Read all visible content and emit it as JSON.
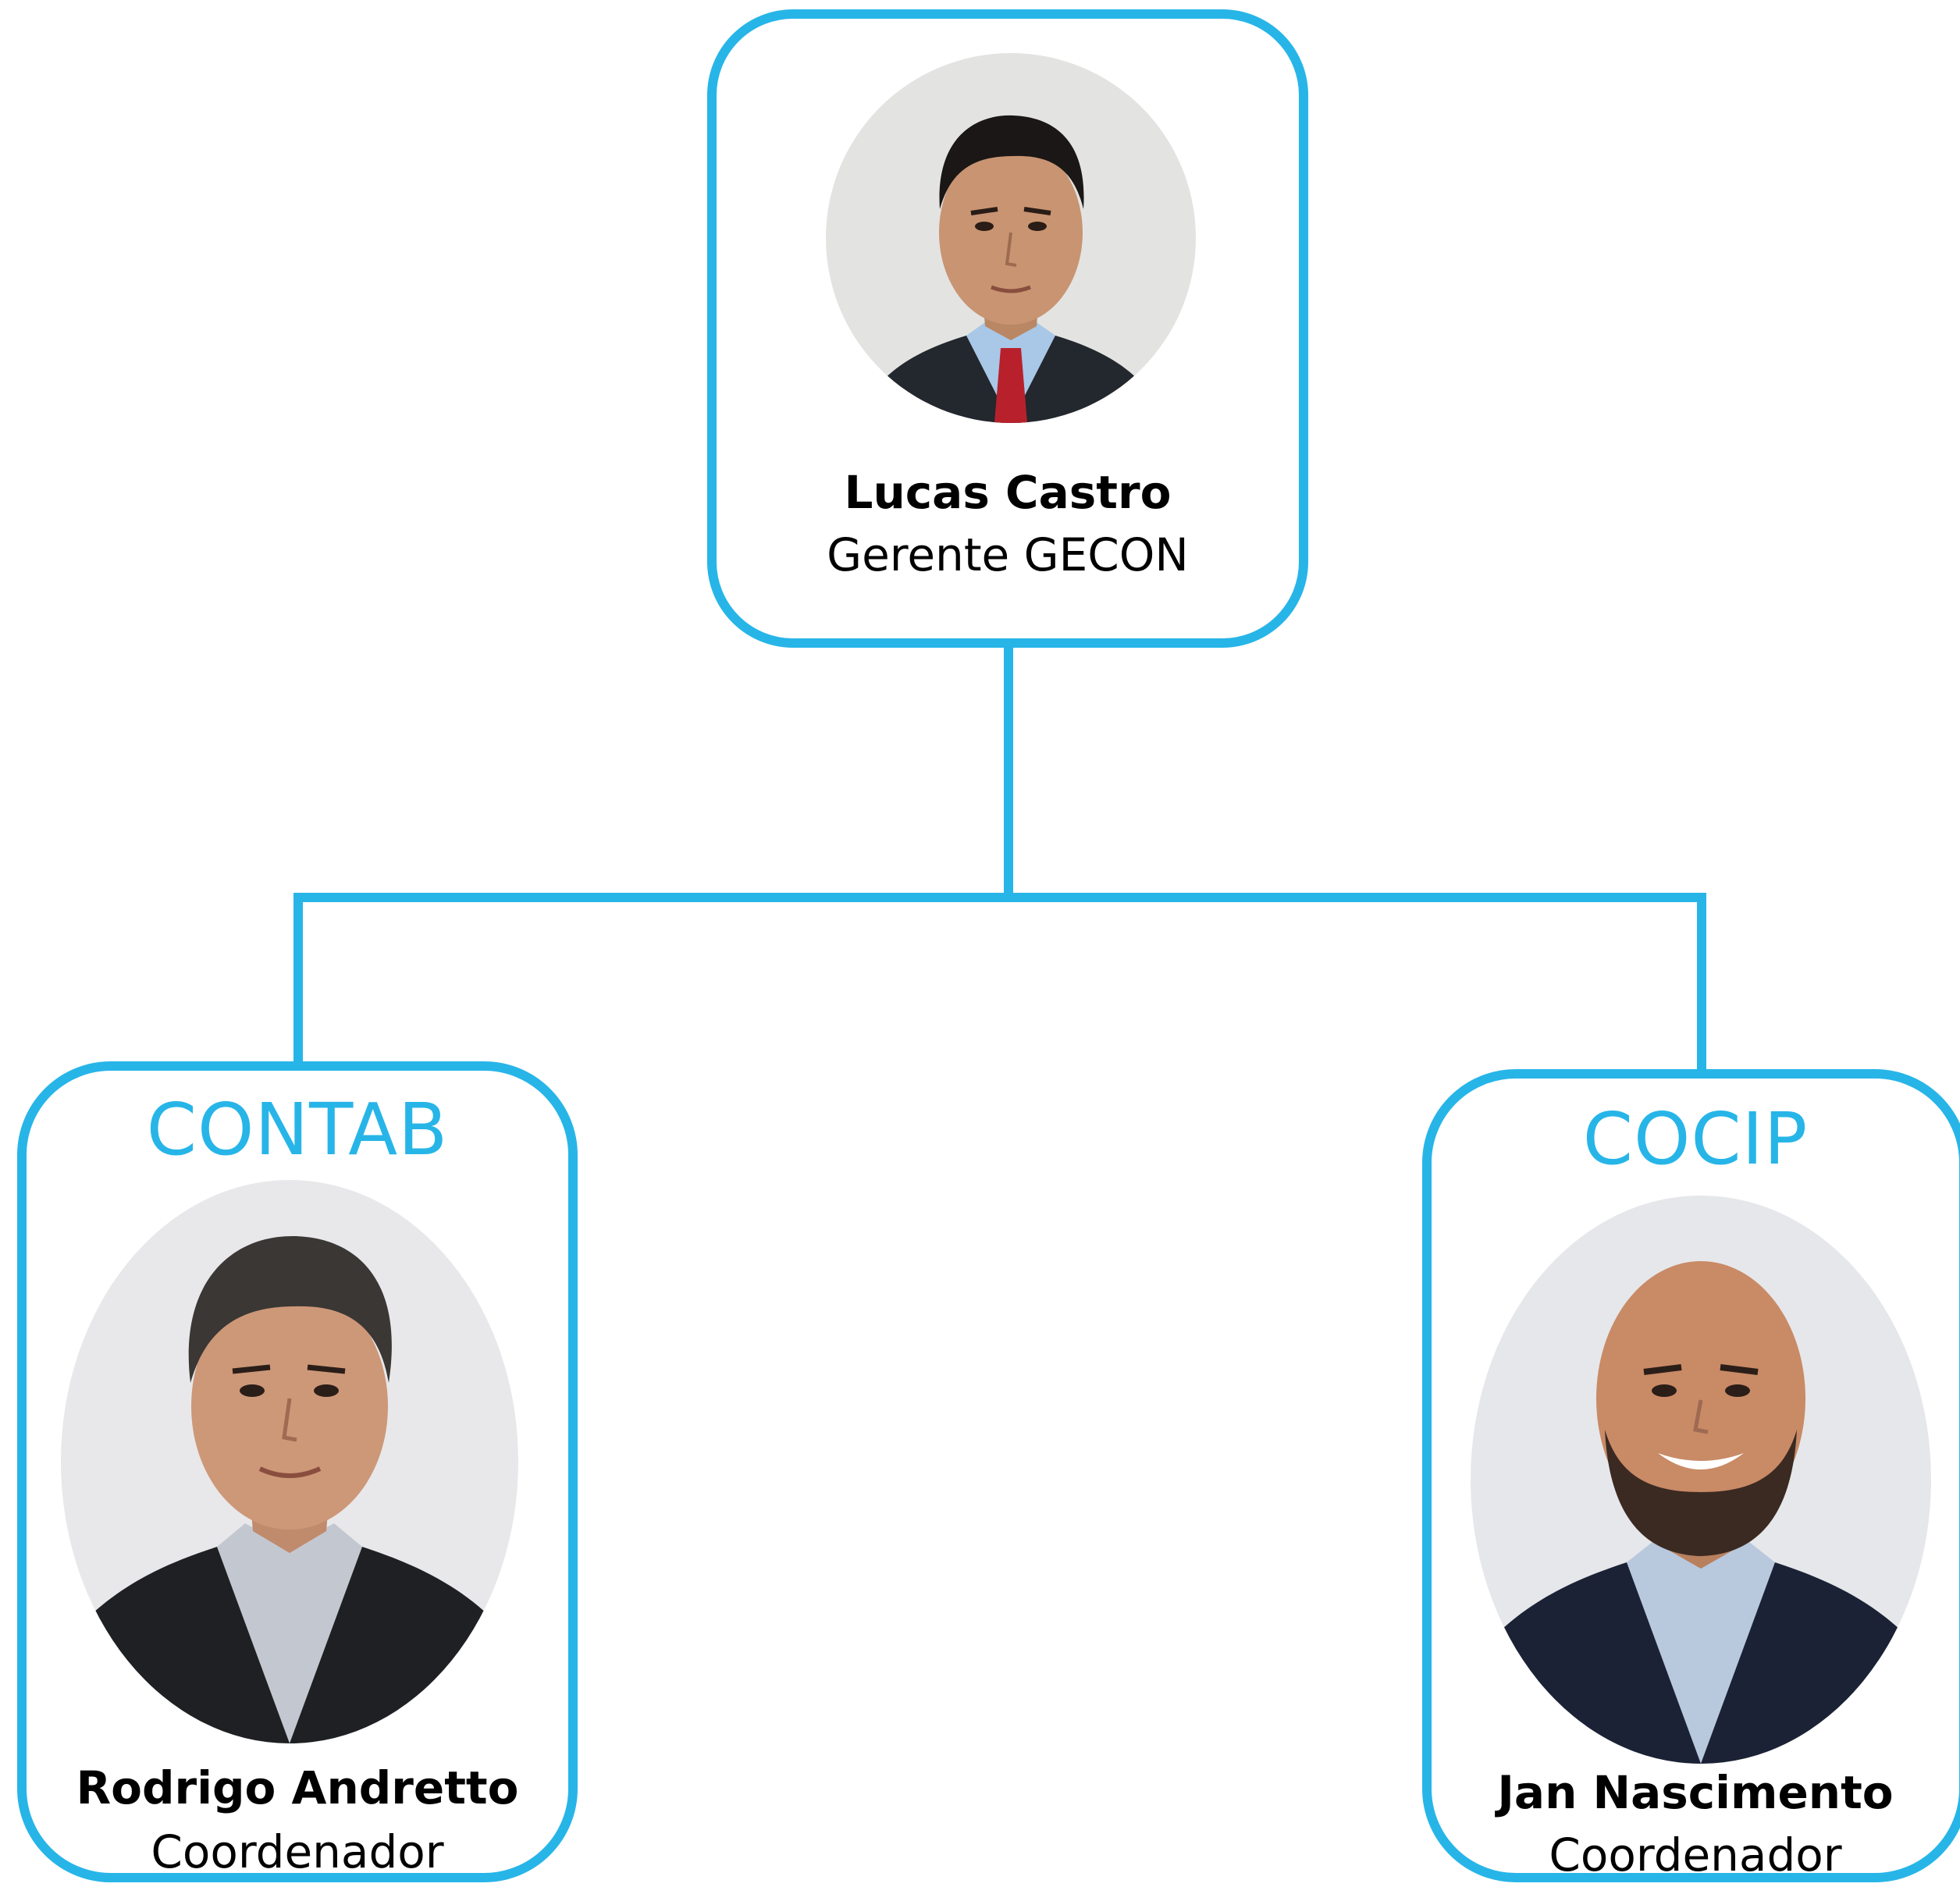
{
  "accent_color": "#27b5e8",
  "top": {
    "name": "Lucas Castro",
    "role": "Gerente GECON"
  },
  "left": {
    "department": "CONTAB",
    "name": "Rodrigo Andretto",
    "role": "Coordenador"
  },
  "right": {
    "department": "COCIP",
    "name": "Jan Nascimento",
    "role": "Coordenador"
  }
}
